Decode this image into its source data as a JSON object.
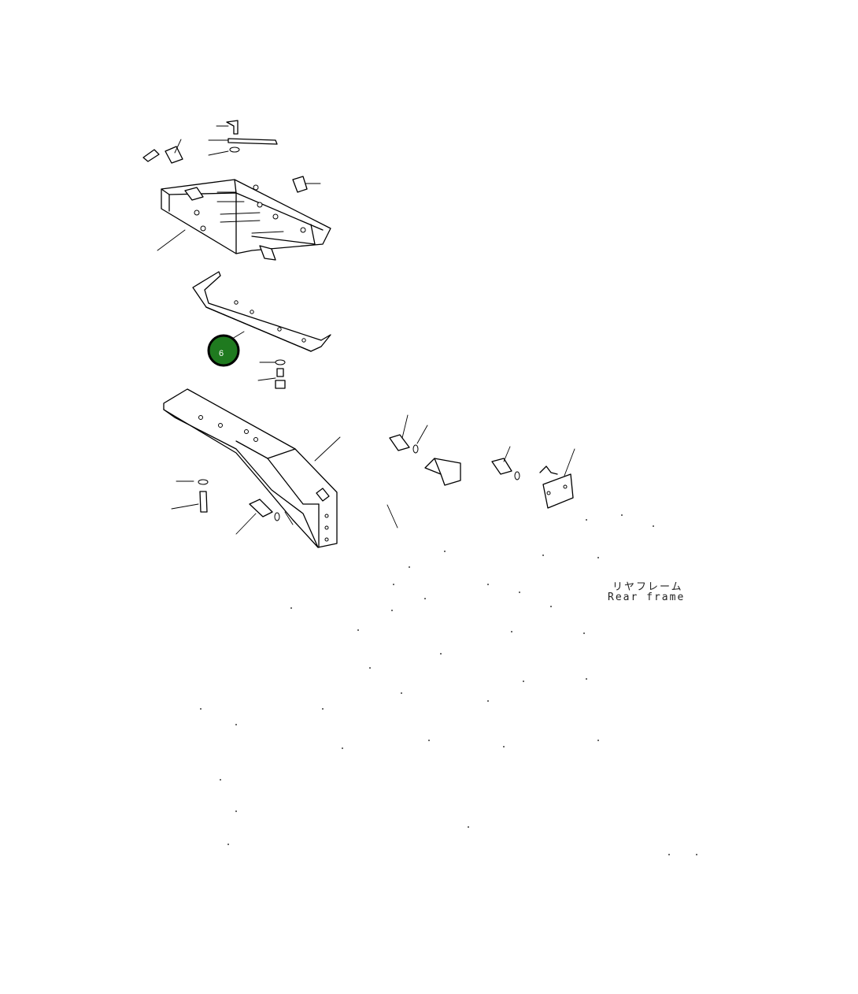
{
  "diagram": {
    "callout": {
      "label": "6",
      "fill": "#1f7a1f",
      "ring": "#000000"
    },
    "caption_line1": "リヤフレーム",
    "caption_line2": "Rear frame"
  }
}
